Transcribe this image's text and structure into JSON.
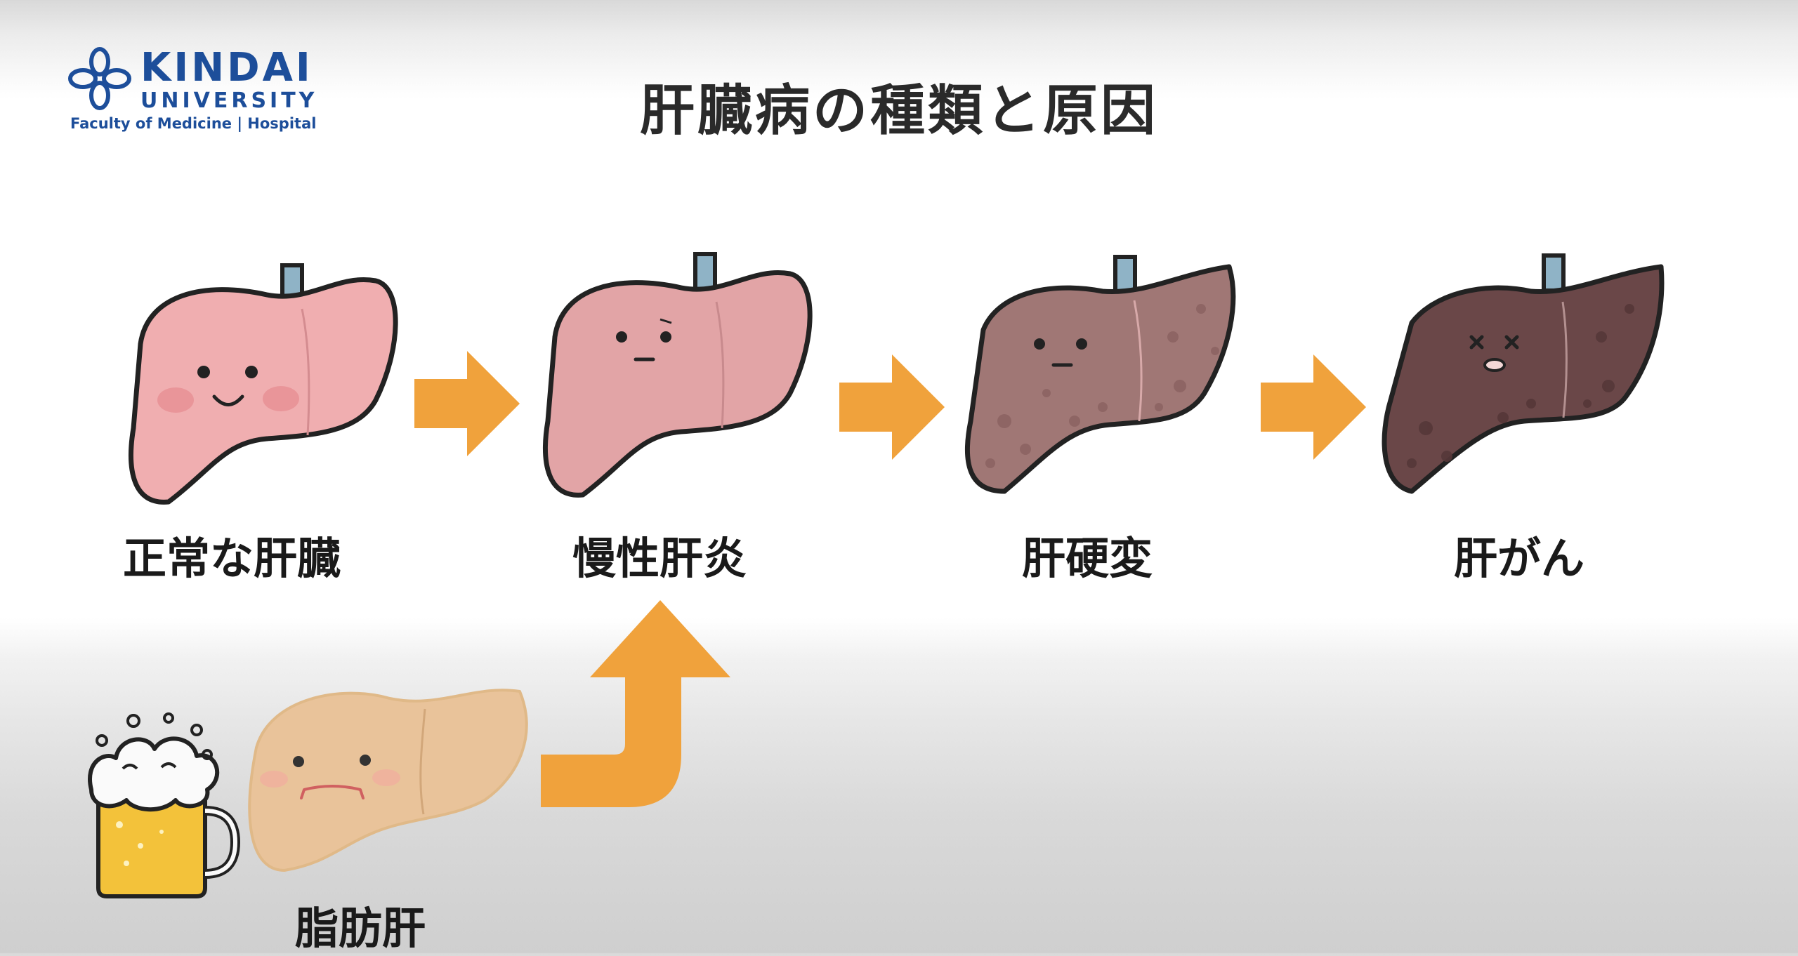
{
  "logo": {
    "name": "KINDAI",
    "university": "UNIVERSITY",
    "subtitle": "Faculty of Medicine | Hospital"
  },
  "title": "肝臓病の種類と原因",
  "stages": [
    {
      "label": "正常な肝臓",
      "icon": "healthy-liver-icon",
      "color": "#f0aeb0"
    },
    {
      "label": "慢性肝炎",
      "icon": "inflamed-liver-icon",
      "color": "#e2a4a6"
    },
    {
      "label": "肝硬変",
      "icon": "cirrhotic-liver-icon",
      "color": "#a07775"
    },
    {
      "label": "肝がん",
      "icon": "cancerous-liver-icon",
      "color": "#6a4748"
    }
  ],
  "fatty": {
    "label": "脂肪肝",
    "icon": "fatty-liver-icon",
    "color": "#e9c39a"
  },
  "colors": {
    "arrow": "#f0a23c",
    "text": "#1a1a1a",
    "brand": "#1d4e9a"
  }
}
